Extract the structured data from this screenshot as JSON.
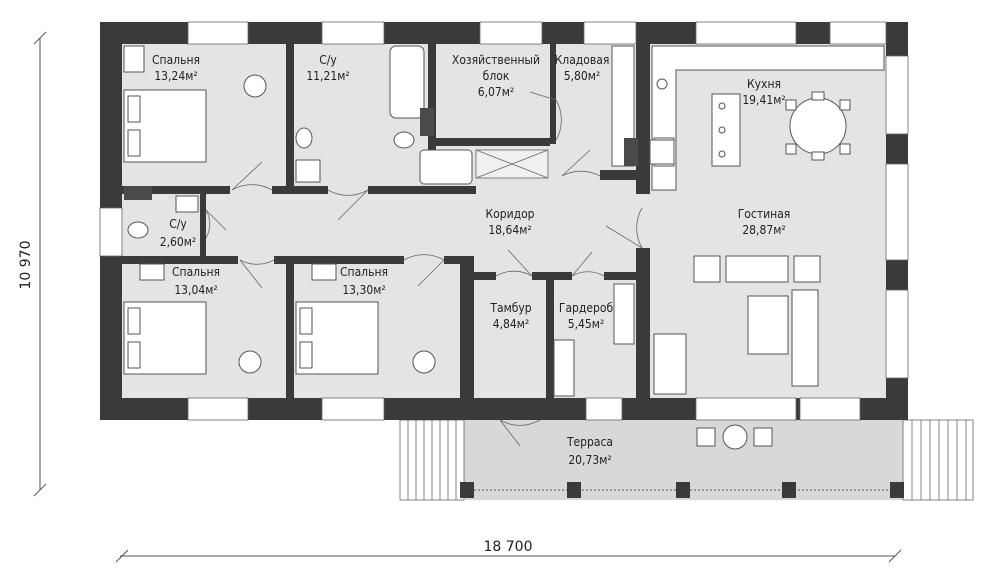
{
  "dimensions": {
    "width_label": "18 700",
    "height_label": "10 970"
  },
  "rooms": {
    "bedroom1": {
      "name": "Спальня",
      "area": "13,24м²"
    },
    "bath1": {
      "name": "С/у",
      "area": "11,21м²"
    },
    "utility": {
      "name1": "Хозяйственный",
      "name2": "блок",
      "area": "6,07м²"
    },
    "pantry": {
      "name": "Кладовая",
      "area": "5,80м²"
    },
    "kitchen": {
      "name": "Кухня",
      "area": "19,41м²"
    },
    "corridor": {
      "name": "Коридор",
      "area": "18,64м²"
    },
    "living": {
      "name": "Гостиная",
      "area": "28,87м²"
    },
    "bath2": {
      "name": "С/у",
      "area": "2,60м²"
    },
    "bedroom2": {
      "name": "Спальня",
      "area": "13,04м²"
    },
    "bedroom3": {
      "name": "Спальня",
      "area": "13,30м²"
    },
    "vestibule": {
      "name": "Тамбур",
      "area": "4,84м²"
    },
    "wardrobe": {
      "name": "Гардероб",
      "area": "5,45м²"
    },
    "terrace": {
      "name": "Терраса",
      "area": "20,73м²"
    }
  }
}
